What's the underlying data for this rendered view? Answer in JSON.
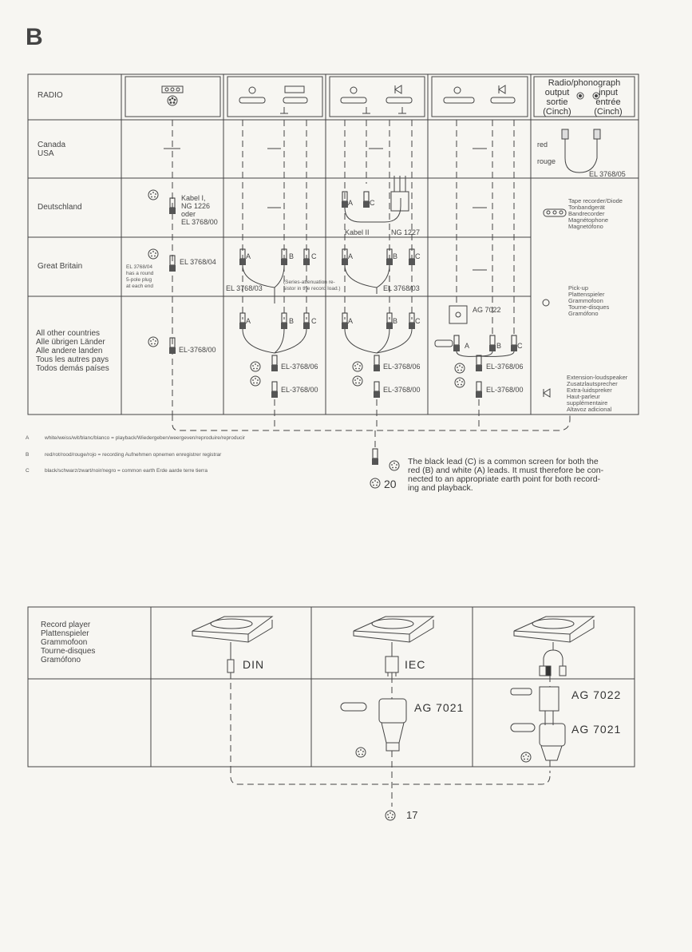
{
  "page_letter": "B",
  "radio_table": {
    "header_label": "RADIO",
    "cinch_header": {
      "title": "Radio/phonograph",
      "output_label": "output\nsortie\n(Cinch)",
      "input_label": "input\nentrée\n(Cinch)"
    },
    "rows": [
      {
        "label": "Canada\nUSA"
      },
      {
        "label": "Deutschland"
      },
      {
        "label": "Great Britain"
      },
      {
        "label": "All other countries\nAlle übrigen Länder\nAlle andere landen\nTous les autres pays\nTodos demás países"
      }
    ],
    "canada_cinch": {
      "red": "red",
      "rouge": "rouge",
      "cable": "EL 3768/05"
    },
    "deutschland": {
      "cable_col1": "Kabel I,\nNG 1226\noder\nEL 3768/00",
      "lead_a": "A",
      "lead_c": "C",
      "cable_col4": "Kabel II",
      "cable_col4b": "NG 1227"
    },
    "great_britain": {
      "note": "EL 3768/04\nhas a round\n5-pole plug\nat each end",
      "cable_col1": "EL 3768/04",
      "col3_cable": "EL 3768/03",
      "col4_cable": "EL 3768/03",
      "series_note": "(Series-attenuation re-\nsistor in the record load.)",
      "lead_a": "A",
      "lead_b": "B",
      "lead_c": "C"
    },
    "other": {
      "cable_col1": "EL-3768/00",
      "adaptor_ag": "AG 7022",
      "cable_06": "EL-3768/06",
      "cable_00": "EL-3768/00",
      "lead_a": "A",
      "lead_b": "B",
      "lead_c": "C"
    }
  },
  "legend_right": {
    "tape": "Tape recorder/Diode\nTonbandgerät\nBandrecorder\nMagnétophone\nMagnetófono",
    "pickup": "Pick-up\nPlattenspieler\nGrammofoon\nTourne-disques\nGramófono",
    "speaker": "Extension-loudspeaker\nZusatzlautsprecher\nExtra-luidspreker\nHaut-parleur\nsupplémentaire\nAltavoz adicional"
  },
  "lead_legend": [
    {
      "key": "A",
      "text": "white/weiss/wit/blanc/blanco = playback/Wiedergeben/weergeven/reproduire/reproducir"
    },
    {
      "key": "B",
      "text": "red/rot/rood/rouge/rojo = recording Aufnehmen opnemen enregistrer registrar"
    },
    {
      "key": "C",
      "text": "black/schwarz/zwart/noir/negro = common earth Erde aarde terre tierra"
    }
  ],
  "note_black_lead": "The black lead (C) is a common screen for both the\nred (B) and white (A) leads. It must therefore be con-\nnected to an appropriate earth point for both record-\ning and playback.",
  "ref_number_top": "20",
  "record_table": {
    "label": "Record player\nPlattenspieler\nGrammofoon\nTourne-disques\nGramófono",
    "din": "DIN",
    "iec": "IEC",
    "ag_7021_mid": "AG 7021",
    "ag_7022_right": "AG 7022",
    "ag_7021_right": "AG 7021"
  },
  "ref_number_bottom": "17"
}
